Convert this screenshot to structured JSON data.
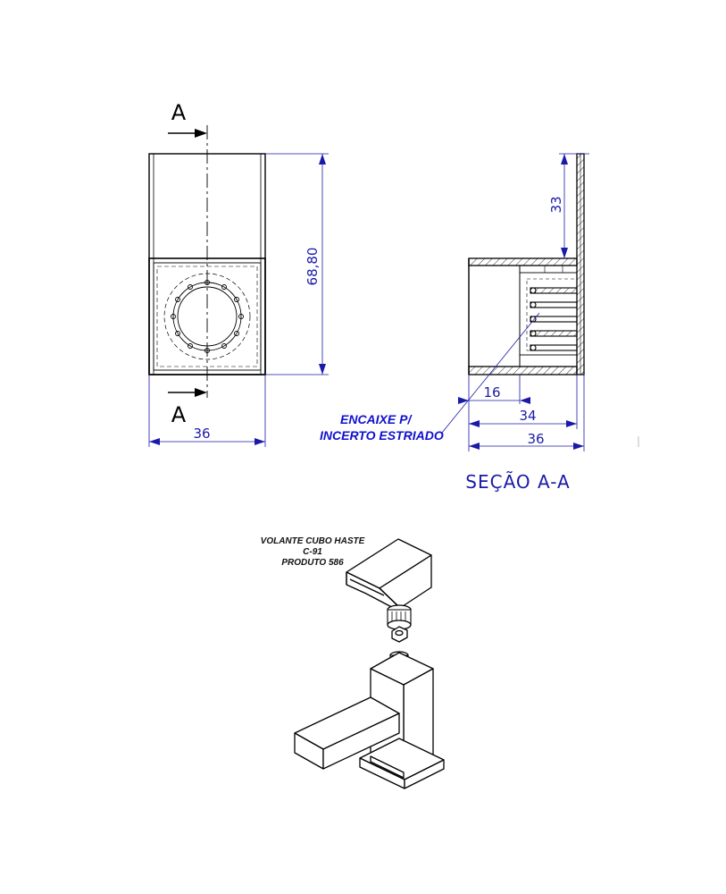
{
  "front_view": {
    "cut_label_top": "A",
    "cut_label_bottom": "A",
    "dim_height": "68,80",
    "dim_width": "36"
  },
  "section_view": {
    "dim_top": "33",
    "dim_16": "16",
    "dim_34": "34",
    "dim_36": "36",
    "note_line1": "ENCAIXE P/",
    "note_line2": "INCERTO ESTRIADO",
    "title": "SEÇÃO A-A"
  },
  "isometric": {
    "label_line1": "VOLANTE CUBO HASTE",
    "label_line2": "C-91",
    "label_line3": "PRODUTO 586"
  },
  "colors": {
    "dimension": "#1a1aa8",
    "note": "#1010d0",
    "line": "#000000"
  }
}
